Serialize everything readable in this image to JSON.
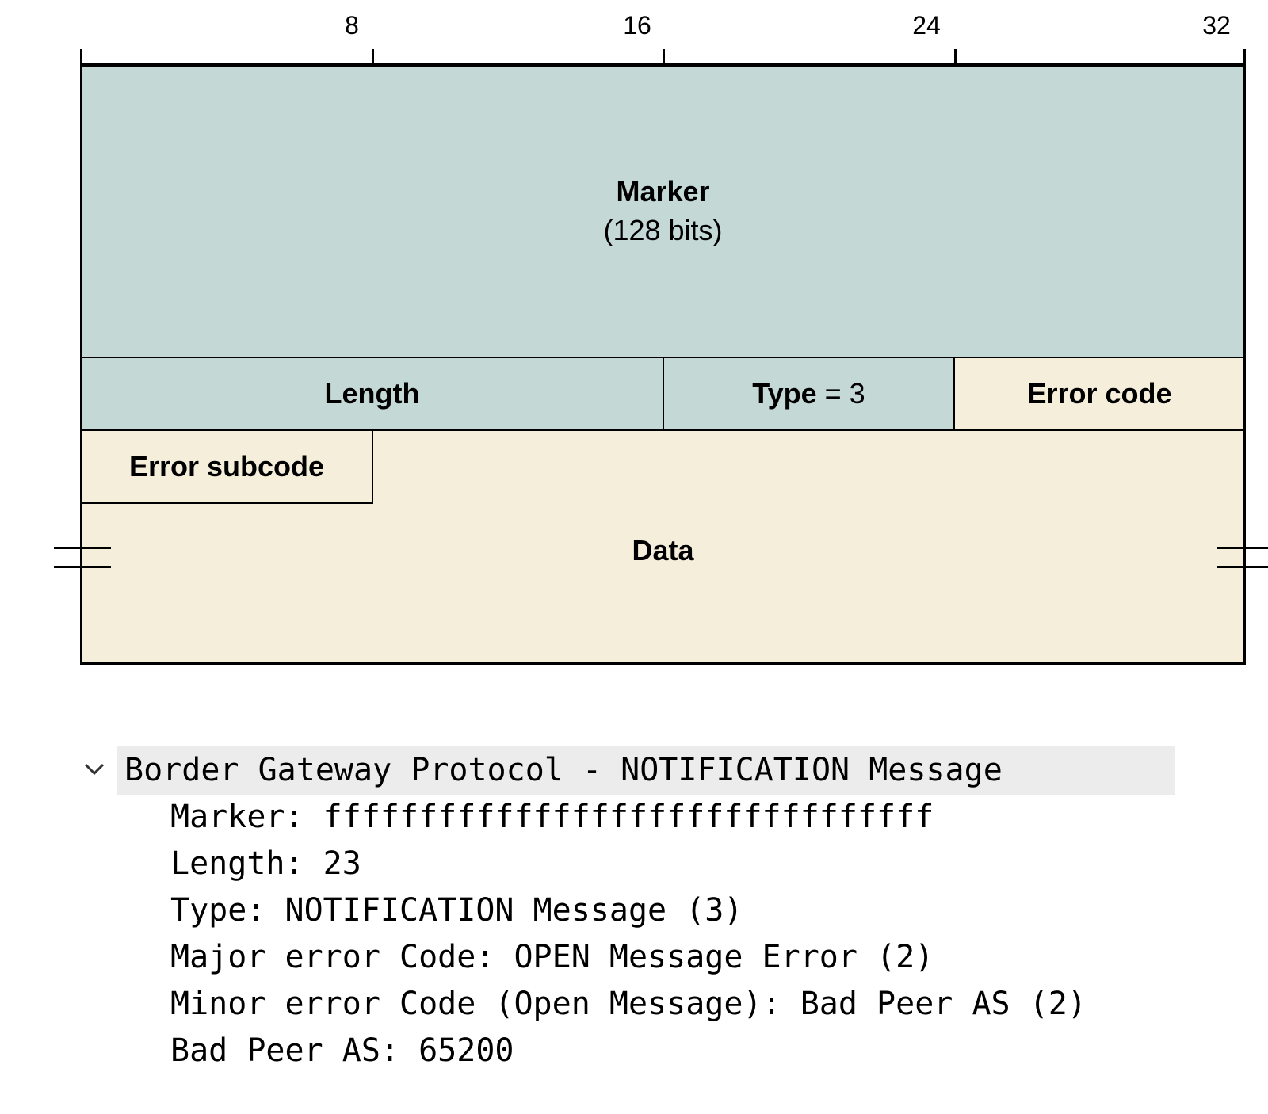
{
  "ruler": {
    "ticks": [
      "8",
      "16",
      "24",
      "32"
    ]
  },
  "fields": {
    "marker_name": "Marker",
    "marker_size": "(128 bits)",
    "length": "Length",
    "type_name": "Type",
    "type_value": "= 3",
    "error_code": "Error code",
    "error_subcode": "Error subcode",
    "data": "Data"
  },
  "colors": {
    "header_fields": "#c4d8d5",
    "notification_fields": "#f5eedb"
  },
  "packet_tree": {
    "header": "Border Gateway Protocol - NOTIFICATION Message",
    "lines": [
      "Marker: ffffffffffffffffffffffffffffffff",
      "Length: 23",
      "Type: NOTIFICATION Message (3)",
      "Major error Code: OPEN Message Error (2)",
      "Minor error Code (Open Message): Bad Peer AS (2)",
      "Bad Peer AS: 65200"
    ]
  }
}
